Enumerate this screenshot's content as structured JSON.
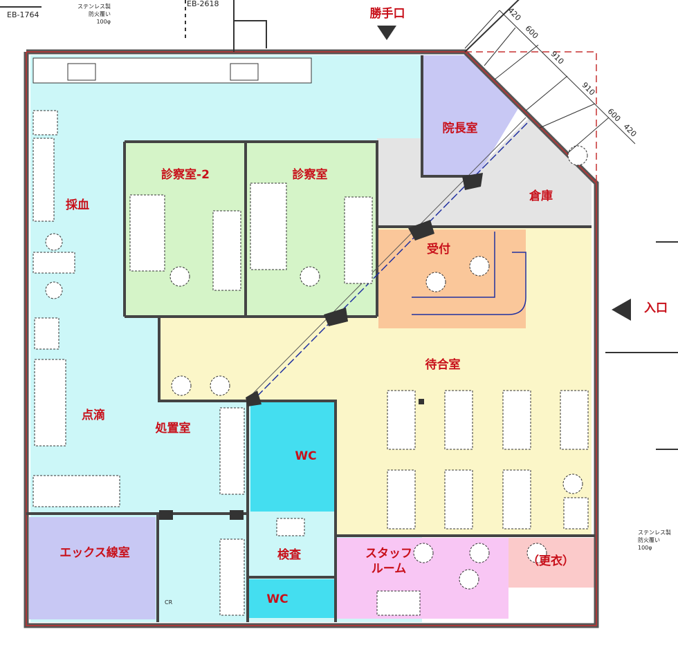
{
  "rooms": {
    "saiketsu": "採血",
    "shinsatsu2": "診察室-2",
    "shinsatsu": "診察室",
    "inchou": "院長室",
    "souko": "倉庫",
    "uketsuke": "受付",
    "machiai": "待合室",
    "tenteki": "点滴",
    "shochi": "処置室",
    "wc1": "WC",
    "wc2": "WC",
    "kensa": "検査",
    "xray": "エックス線室",
    "staff": "スタッフ\nルーム",
    "koui": "（更衣）"
  },
  "entrances": {
    "back": "勝手口",
    "main": "入口"
  },
  "annotations": {
    "eb1764": "EB-1764",
    "eb2618": "EB-2618",
    "stainless_top": "ステンレス製\n防火覆い\n100φ",
    "stainless_right": "ステンレス製\n防火覆い\n100φ",
    "cr": "CR"
  },
  "dimensions": [
    "420",
    "600",
    "910",
    "910",
    "600",
    "420"
  ],
  "colors": {
    "label": "#c8101a",
    "cyan": "#ccf7f8",
    "green": "#d5f4c8",
    "purple": "#c8c8f4",
    "gray": "#e4e4e4",
    "orange": "#fac79a",
    "yellow": "#fbf6c8",
    "wc": "#44def0",
    "pink": "#f8c6f4",
    "lightpink": "#fbcaca"
  }
}
